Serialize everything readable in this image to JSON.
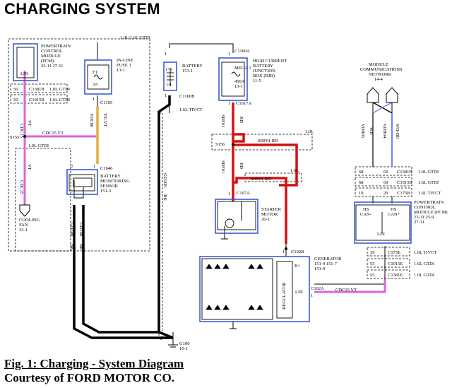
{
  "title": "CHARGING SYSTEM",
  "caption": {
    "figure": "Fig. 1: Charging - System Diagram",
    "courtesy": "Courtesy of FORD MOTOR CO."
  },
  "colors": {
    "red": "#d41010",
    "black": "#000000",
    "pink": "#e060e0",
    "tan": "#e0b040",
    "box_blue": "#3050d0",
    "wh_bu": "#7080ff"
  },
  "labels": {
    "pcm_top": [
      "POWERTRAIN",
      "CONTROL",
      "MODULE",
      "(PCM)",
      "23-11  27-11"
    ],
    "pcm_lin": "LIN",
    "c1381b_left": [
      "50",
      "C1381B",
      "1.0L GTDI"
    ],
    "c1915b_left": [
      "50",
      "C1915B",
      "1.6L GTDI"
    ],
    "cdc15_vt": [
      "CDC15",
      "VT"
    ],
    "s155": "S155",
    "cdc15_vt_h": "CDC15  VT",
    "gtdi_10_left": "1.0L GTDI",
    "cdc15_vt_2": [
      "CDC15",
      "VT"
    ],
    "cooling_fan": [
      "COOLING",
      "FAN",
      "33-1"
    ],
    "inline_fuse": [
      "IN-LINE",
      "FUSE 1",
      "13-1"
    ],
    "fuse_inner": [
      "F1",
      "3A"
    ],
    "c1105": [
      "1",
      "C1105"
    ],
    "vdc60": [
      "VDC60",
      "YE-VT"
    ],
    "c1646": [
      "2",
      "1",
      "C1646"
    ],
    "bms": [
      "BATTERY",
      "MONITORING",
      "SENSOR",
      "151-3"
    ],
    "gd108_a": [
      "GD108",
      "BK"
    ],
    "gd108_b": [
      "GD108",
      "BK"
    ],
    "top_gtdi": "1.0L/1.6L GTDI",
    "battery": [
      "BATTERY",
      "151-1"
    ],
    "battery_pins": [
      "1",
      "(+)",
      "(-)",
      "1",
      "C1100B"
    ],
    "tivct_16": "1.6L TIVCT",
    "gd108_c": [
      "GD108",
      "BK"
    ],
    "c1100a": [
      "1",
      "C1100A"
    ],
    "bjb": [
      "HIGH CURRENT",
      "BATTERY",
      "JUNCTION",
      "BOX (BJB)",
      "11-5"
    ],
    "mega": [
      "MEGA 1",
      "450A",
      "13-1"
    ],
    "c1617a": [
      "1",
      "C1617A"
    ],
    "sbf01_v1": [
      "SBF01",
      "RD"
    ],
    "s156": "S156",
    "sbf01_h1": "SBF01  RD",
    "gtdi_10_r": "1.0L",
    "sbf01_v2": [
      "SBF01",
      "RD"
    ],
    "gtdi_16_r": "1.6L",
    "sbf01_h2": "SBF01  RD",
    "c197a": [
      "1",
      "C197A"
    ],
    "starter": [
      "STARTER",
      "MOTOR",
      "20-1"
    ],
    "c102b": [
      "1",
      "C102B"
    ],
    "generator": [
      "GENERATOR",
      "151-4  151-7",
      "151-9"
    ],
    "gen_inner": [
      "B+",
      "LIN",
      "REGULATOR"
    ],
    "c102a": [
      "C102A",
      "1"
    ],
    "cdc15_vt_gen": "CDC15  VT",
    "g100": [
      "G100",
      "10-1"
    ],
    "mcn": [
      "MODULE",
      "COMMUNICATIONS",
      "NETWORK",
      "14-4"
    ],
    "vdb05": [
      "VDB05",
      "WH"
    ],
    "vdb04": [
      "VDB04",
      "WH-BU"
    ],
    "r_c1381b": [
      "68",
      "69",
      "C1381B",
      "1.0L GTDI"
    ],
    "r_c1915b": [
      "68",
      "69",
      "C1915B",
      "1.6L GTDI"
    ],
    "r_c175b": [
      "19",
      "20",
      "C175B",
      "1.6L TIVCT"
    ],
    "pcm_right": [
      "POWERTRAIN",
      "CONTROL",
      "MODULE (PCM)",
      "23-11  25-9",
      "27-11"
    ],
    "pcm_right_inner": [
      "HS",
      "CAN-",
      "HS",
      "CAN+",
      "LIN"
    ],
    "r_c175e": [
      "39",
      "C175E",
      "1.6L TIVCT"
    ],
    "r_c1915e": [
      "55",
      "C1915E",
      "1.6L GTDI"
    ],
    "r_c1381e": [
      "55",
      "C1381E",
      "1.0L GTDI"
    ]
  }
}
